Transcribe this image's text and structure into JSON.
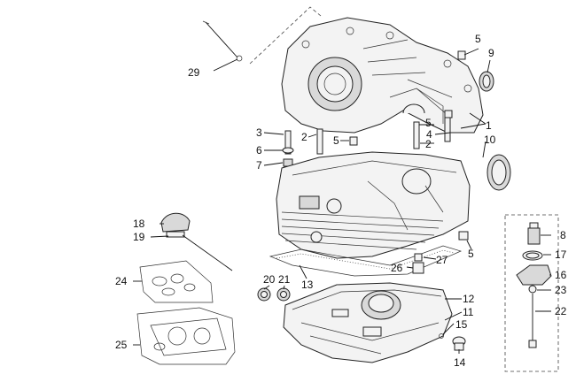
{
  "callouts": {
    "c1": "1",
    "c2a": "2",
    "c2b": "2",
    "c3": "3",
    "c4": "4",
    "c5a": "5",
    "c5b": "5",
    "c5c": "5",
    "c5d": "5",
    "c6": "6",
    "c7": "7",
    "c8": "8",
    "c9": "9",
    "c10": "10",
    "c11": "11",
    "c12": "12",
    "c13": "13",
    "c14": "14",
    "c15": "15",
    "c16": "16",
    "c17": "17",
    "c18": "18",
    "c19": "19",
    "c20": "20",
    "c21": "21",
    "c22": "22",
    "c23": "23",
    "c24": "24",
    "c25": "25",
    "c26": "26",
    "c27": "27",
    "c29": "29"
  },
  "parts": {
    "upper_case": "crankcase-upper-half",
    "lower_case": "crankcase-lower-half",
    "oil_pan": "oil-sump",
    "dipstick": "oil-dipstick",
    "gasket_kit_small": "gasket-set-small",
    "gasket_kit_large": "gasket-set-large",
    "filter_assembly": "oil-filter-assembly"
  }
}
